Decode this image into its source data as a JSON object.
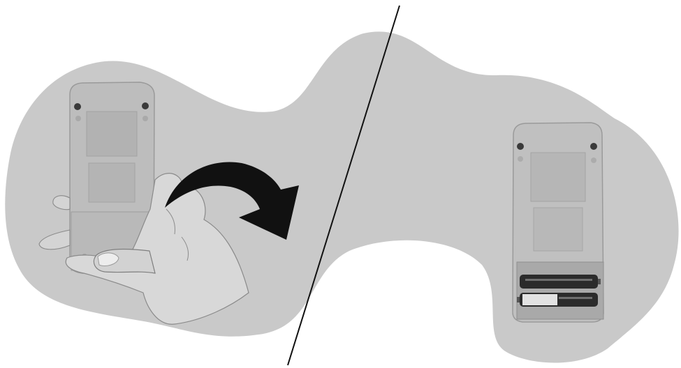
{
  "illustration": {
    "steps": [
      {
        "id": "open-cover",
        "subject": "remote-control-back",
        "action": "slide-cover-off",
        "indicator": "curved-arrow-icon"
      },
      {
        "id": "batteries-installed",
        "subject": "remote-control-back-open",
        "contents": "two-aa-batteries"
      }
    ],
    "colors": {
      "background": "#ffffff",
      "blob": "#c9c9c9",
      "remote_body": "#bdbdbd",
      "remote_shadow": "#a8a8a8",
      "arrow": "#111111",
      "divider": "#111111",
      "battery": "#2b2b2b"
    }
  }
}
